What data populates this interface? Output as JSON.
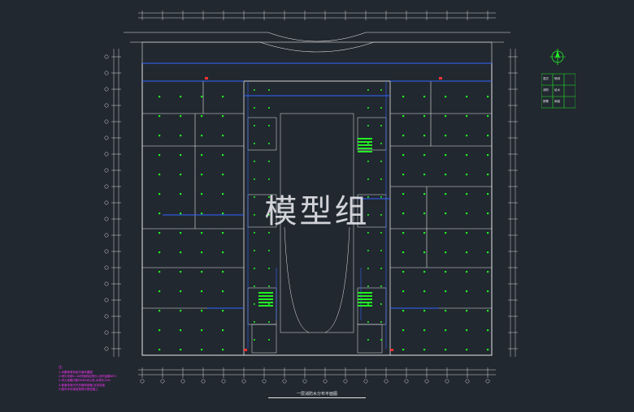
{
  "drawing": {
    "title": "一层消防水分布平面图",
    "watermark": "模型组",
    "colors": {
      "background": "#212830",
      "wall": "#e6e6e6",
      "grid": "#ffffff",
      "sprinkler": "#22ee22",
      "pipe": "#3366ff",
      "notes": "#ff33ff",
      "accent": "#ff3333"
    }
  },
  "north_arrow": {
    "icon": "north-arrow-icon"
  },
  "notes": {
    "heading": "注:",
    "lines": [
      "1.本图喷淋系统平面布置图",
      "2.喷头采用K=80快速响应喷头,动作温度68℃",
      "3.消火栓箱内配DN65消火栓,水带长25m",
      "4.管道采用内外热镀锌钢管,丝扣连接",
      "5.图中未尽事宜按现行规范施工"
    ]
  },
  "legend": {
    "rows": [
      [
        "湿式",
        "喷淋"
      ],
      [
        "消防",
        "给水"
      ],
      [
        "报警",
        "阀组"
      ]
    ]
  }
}
